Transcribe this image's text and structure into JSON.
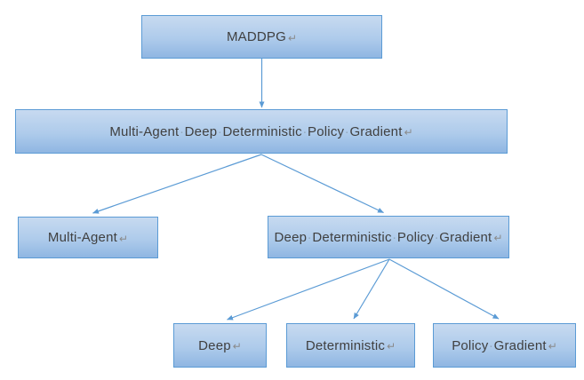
{
  "diagram": {
    "nodes": {
      "maddpg": {
        "label": "MADDPG"
      },
      "full_name": {
        "label": "Multi-Agent Deep Deterministic Policy Gradient"
      },
      "multi_agent": {
        "label": "Multi-Agent"
      },
      "ddpg": {
        "label": "Deep Deterministic Policy Gradient"
      },
      "deep": {
        "label": "Deep"
      },
      "deterministic": {
        "label": "Deterministic"
      },
      "policy_gradient": {
        "label": "Policy Gradient"
      }
    },
    "edges": [
      {
        "from": "MADDPG",
        "to": "Multi-Agent Deep Deterministic Policy Gradient"
      },
      {
        "from": "Multi-Agent Deep Deterministic Policy Gradient",
        "to": "Multi-Agent"
      },
      {
        "from": "Multi-Agent Deep Deterministic Policy Gradient",
        "to": "Deep Deterministic Policy Gradient"
      },
      {
        "from": "Deep Deterministic Policy Gradient",
        "to": "Deep"
      },
      {
        "from": "Deep Deterministic Policy Gradient",
        "to": "Deterministic"
      },
      {
        "from": "Deep Deterministic Policy Gradient",
        "to": "Policy Gradient"
      }
    ],
    "marks": {
      "space_dot": "·",
      "paragraph_return": "↵"
    },
    "colors": {
      "node_border": "#5B9BD5",
      "node_fill_top": "#C7DAF0",
      "node_fill_bottom": "#8FB6E2",
      "arrow": "#5B9BD5",
      "text": "#404040",
      "formatting_mark": "#8A8A8A"
    }
  }
}
